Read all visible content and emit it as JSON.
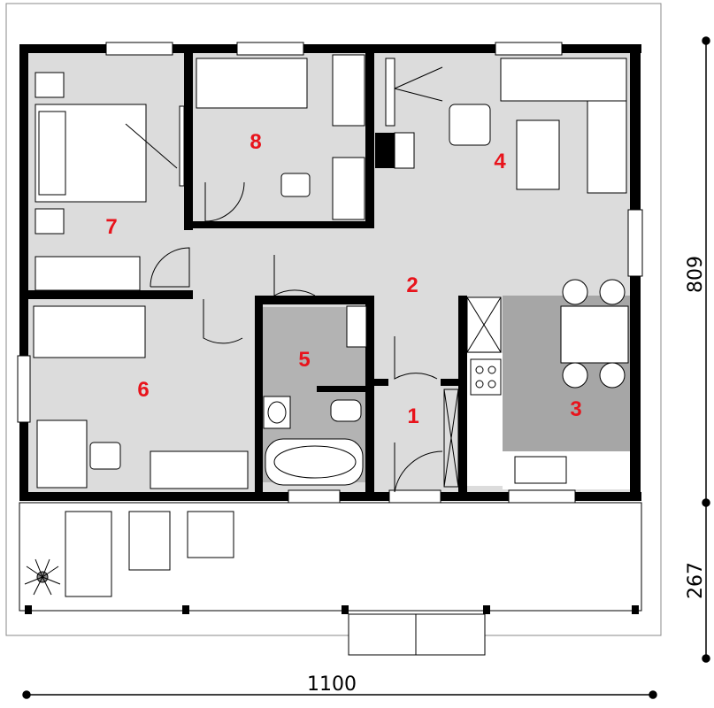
{
  "rooms": [
    {
      "id": "1",
      "label": "1"
    },
    {
      "id": "2",
      "label": "2"
    },
    {
      "id": "3",
      "label": "3"
    },
    {
      "id": "4",
      "label": "4"
    },
    {
      "id": "5",
      "label": "5"
    },
    {
      "id": "6",
      "label": "6"
    },
    {
      "id": "7",
      "label": "7"
    },
    {
      "id": "8",
      "label": "8"
    }
  ],
  "dimensions": {
    "width": "1100",
    "house_depth": "809",
    "terrace_depth": "267"
  },
  "colors": {
    "wall": "#000000",
    "floor_light": "#dcdcdc",
    "floor_bath": "#b3b3b3",
    "floor_kitchen": "#a6a6a6",
    "room_label": "#e8141c",
    "terrace": "#ffffff"
  }
}
